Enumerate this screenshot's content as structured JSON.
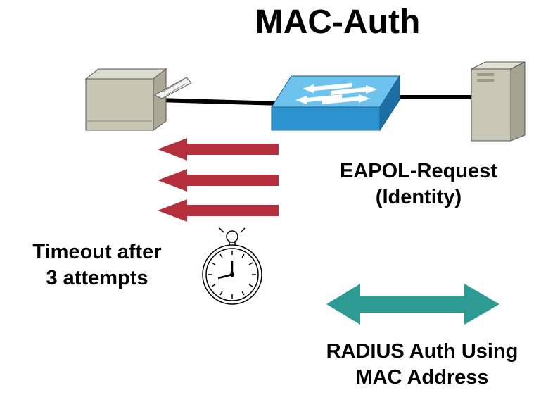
{
  "title": "MAC-Auth",
  "labels": {
    "eapol": {
      "line1": "EAPOL-Request",
      "line2": "(Identity)"
    },
    "timeout": {
      "line1": "Timeout after",
      "line2": "3 attempts"
    },
    "radius": {
      "line1": "RADIUS Auth Using",
      "line2": "MAC Address"
    }
  },
  "icons": {
    "endpoint": "printer-icon",
    "switch": "network-switch-icon",
    "server": "server-tower-icon",
    "timer": "stopwatch-icon"
  },
  "colors": {
    "request_arrows": "#b5303c",
    "radius_arrow": "#2e9a94",
    "switch": "#3c9fd6",
    "link": "#000000"
  }
}
